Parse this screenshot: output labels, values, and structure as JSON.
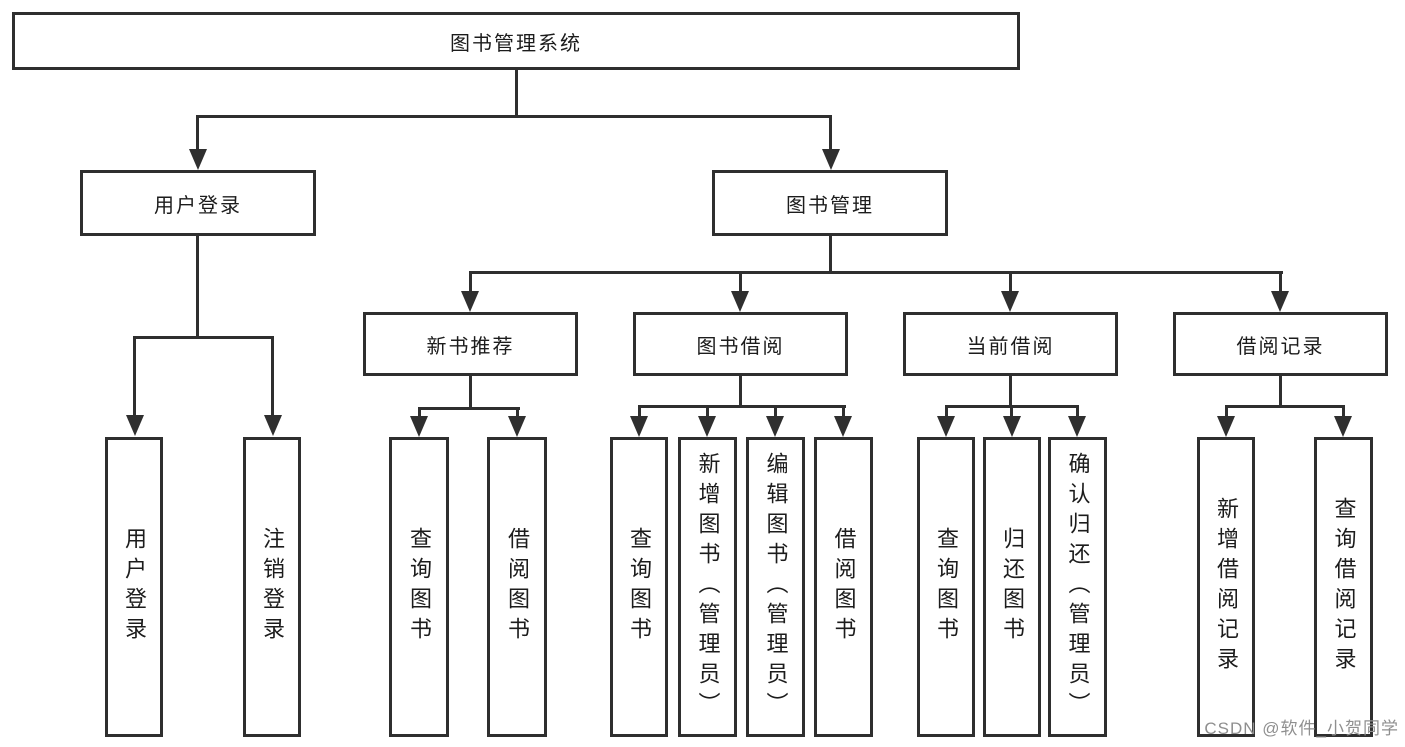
{
  "tree": {
    "label": "图书管理系统",
    "children": [
      {
        "label": "用户登录",
        "children": [
          {
            "label": "用户登录"
          },
          {
            "label": "注销登录"
          }
        ]
      },
      {
        "label": "图书管理",
        "children": [
          {
            "label": "新书推荐",
            "children": [
              {
                "label": "查询图书"
              },
              {
                "label": "借阅图书"
              }
            ]
          },
          {
            "label": "图书借阅",
            "children": [
              {
                "label": "查询图书"
              },
              {
                "label": "新增图书（管理员）"
              },
              {
                "label": "编辑图书（管理员）"
              },
              {
                "label": "借阅图书"
              }
            ]
          },
          {
            "label": "当前借阅",
            "children": [
              {
                "label": "查询图书"
              },
              {
                "label": "归还图书"
              },
              {
                "label": "确认归还（管理员）"
              }
            ]
          },
          {
            "label": "借阅记录",
            "children": [
              {
                "label": "新增借阅记录"
              },
              {
                "label": "查询借阅记录"
              }
            ]
          }
        ]
      }
    ]
  },
  "watermark": "CSDN @软件_小贺同学",
  "colors": {
    "line": "#2f2f2f",
    "border": "#2f2f2f",
    "text": "#1c1c1c",
    "watermark": "#8f8f8f",
    "background": "#ffffff"
  }
}
